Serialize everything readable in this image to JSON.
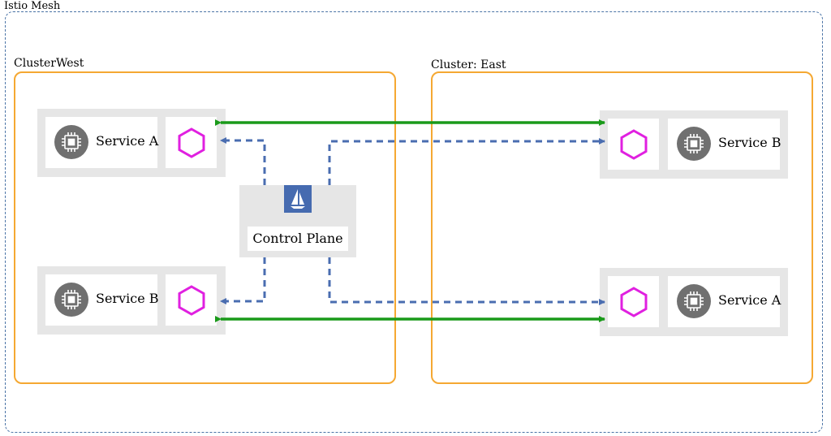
{
  "mesh": {
    "label": "Istio Mesh"
  },
  "clusters": {
    "west": {
      "label": "ClusterWest",
      "pods": [
        {
          "service": "Service A"
        },
        {
          "service": "Service B"
        }
      ]
    },
    "east": {
      "label": "Cluster: East",
      "pods": [
        {
          "service": "Service B"
        },
        {
          "service": "Service A"
        }
      ]
    }
  },
  "control_plane": {
    "label": "Control Plane"
  },
  "colors": {
    "mesh_border": "#4a73a6",
    "cluster_border": "#f5a832",
    "pod_background": "#e6e6e6",
    "proxy_hexagon": "#e020e0",
    "chip_icon": "#707070",
    "data_link": "#1a9a1a",
    "control_link": "#4a6db0",
    "logo_background": "#466bb0"
  },
  "icons": {
    "service": "cpu-chip-icon",
    "proxy": "hexagon-icon",
    "control_plane": "sailboat-icon"
  }
}
